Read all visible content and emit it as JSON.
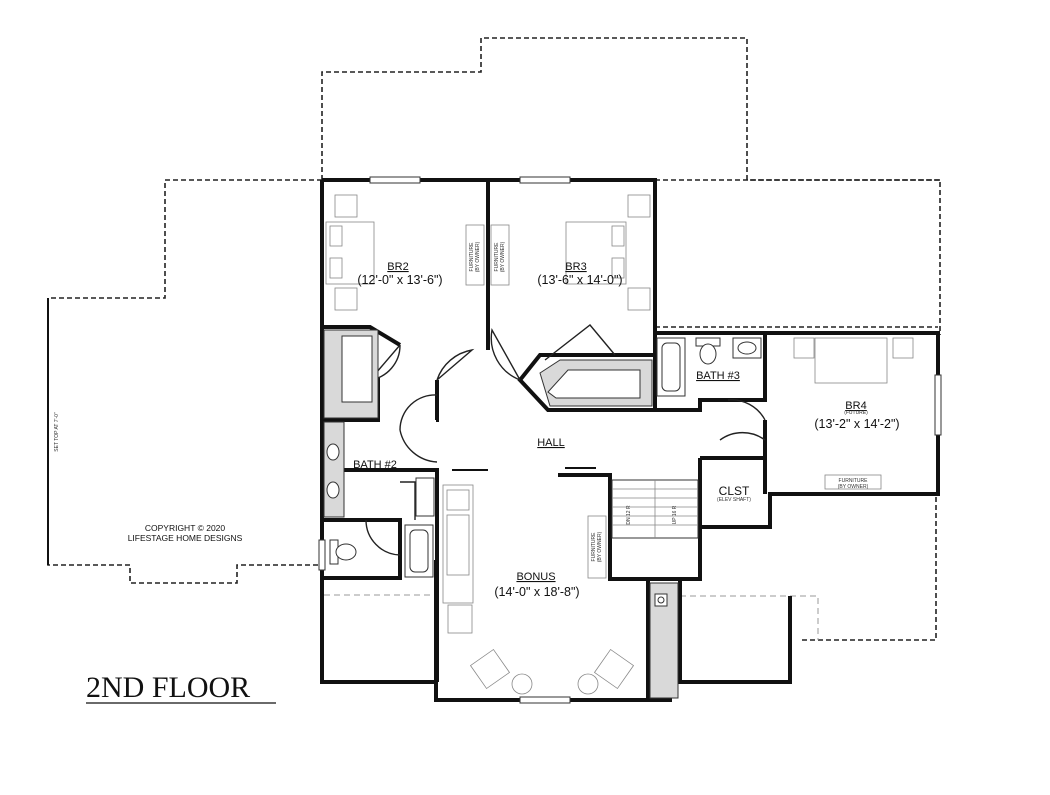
{
  "title": "2ND FLOOR",
  "copyright": {
    "line1": "COPYRIGHT © 2020",
    "line2": "LIFESTAGE HOME DESIGNS"
  },
  "rooms": {
    "br2": {
      "name": "BR2",
      "dims": "(12'-0\" x 13'-6\")"
    },
    "br3": {
      "name": "BR3",
      "dims": "(13'-6\" x 14'-0\")"
    },
    "br4": {
      "name": "BR4",
      "note": "(FUTURE)",
      "dims": "(13'-2\" x 14'-2\")"
    },
    "bath2": {
      "name": "BATH #2"
    },
    "bath3": {
      "name": "BATH #3"
    },
    "hall": {
      "name": "HALL"
    },
    "clst": {
      "name": "CLST",
      "note": "(ELEV SHAFT)"
    },
    "bonus": {
      "name": "BONUS",
      "dims": "(14'-0\" x 18'-8\")"
    }
  },
  "notes": {
    "furniture": "FURNITURE",
    "by_owner": "(BY OWNER)",
    "plate": "SET TOP AT 7'-0\"",
    "stair_dn": "DN 12 R",
    "stair_up": "UP 16 R"
  }
}
